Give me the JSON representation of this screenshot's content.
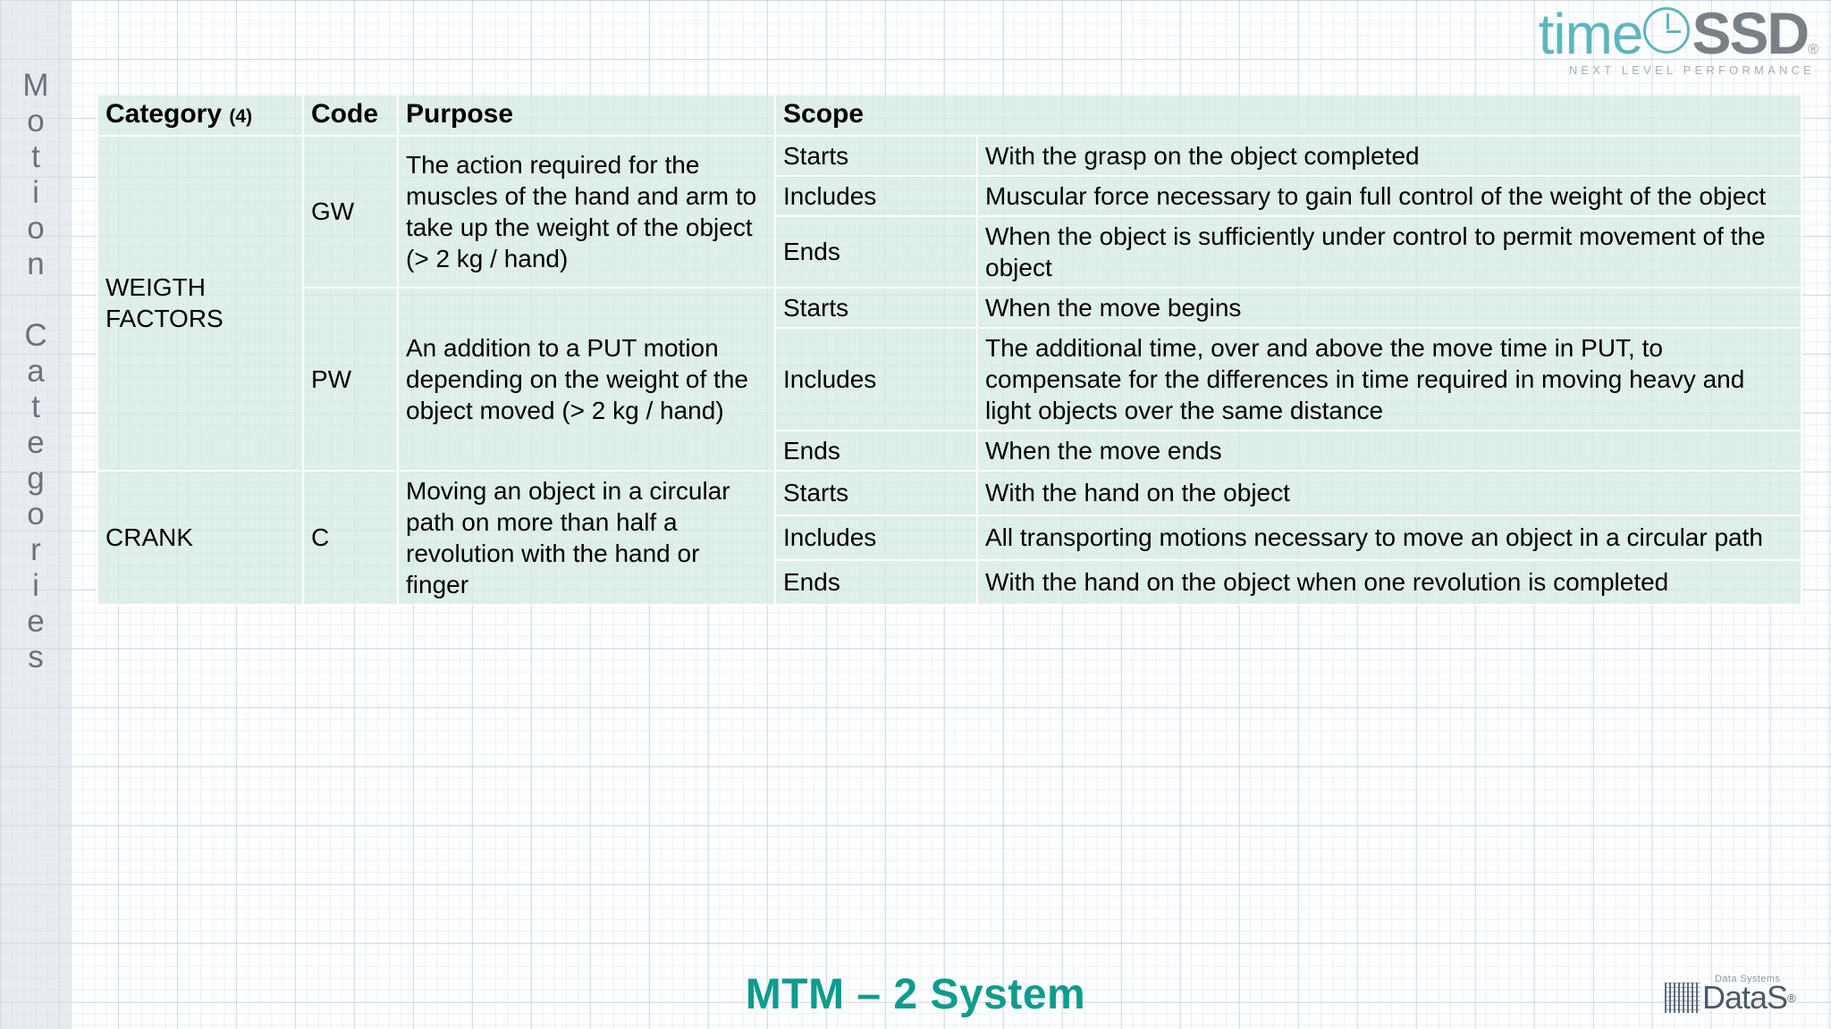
{
  "logo": {
    "brand_time": "time",
    "brand_ssd": "SSD",
    "registered": "®",
    "tagline": "NEXT LEVEL PERFORMANCE",
    "accent_color": "#5fb6bd",
    "grey_color": "#7b8086"
  },
  "side_label": {
    "text": "M\no\nt\ni\no\nn\n\nC\na\nt\ne\ng\no\nr\ni\ne\ns",
    "plain": "Motion Categories",
    "color": "#6d7278"
  },
  "table": {
    "headers": {
      "category": "Category",
      "category_count": "(4)",
      "code": "Code",
      "purpose": "Purpose",
      "scope": "Scope"
    },
    "rows": [
      {
        "category": "WEIGTH\nFACTORS",
        "code": "GW",
        "purpose": "The action required for the muscles of the hand and arm to take up the weight of the object (> 2 kg / hand)",
        "scope": [
          {
            "label": "Starts",
            "text": "With the grasp on the object completed"
          },
          {
            "label": "Includes",
            "text": "Muscular force necessary to gain full control of the weight of the object"
          },
          {
            "label": "Ends",
            "text": "When the object is sufficiently under control to permit movement of the object"
          }
        ]
      },
      {
        "category": "",
        "code": "PW",
        "purpose": "An addition to a PUT motion depending on the weight of the object moved (> 2 kg / hand)",
        "scope": [
          {
            "label": "Starts",
            "text": "When the move begins"
          },
          {
            "label": "Includes",
            "text": "The additional time, over and above the move time in PUT, to compensate for the differences in time required in moving heavy and light objects over the same distance"
          },
          {
            "label": "Ends",
            "text": "When the move ends"
          }
        ]
      },
      {
        "category": "CRANK",
        "code": "C",
        "purpose": "Moving an object in a circular path on more than half a revolution with the hand or finger",
        "scope": [
          {
            "label": "Starts",
            "text": "With the hand on the object"
          },
          {
            "label": "Includes",
            "text": "All transporting motions necessary to move an object in a circular path"
          },
          {
            "label": "Ends",
            "text": "With the hand on the object when one revolution is completed"
          }
        ]
      }
    ]
  },
  "footer": {
    "title": "MTM – 2 System",
    "title_color": "#0f9b8e"
  },
  "datas_logo": {
    "top_text": "Data Systems",
    "word": "DataS",
    "registered": "®"
  }
}
